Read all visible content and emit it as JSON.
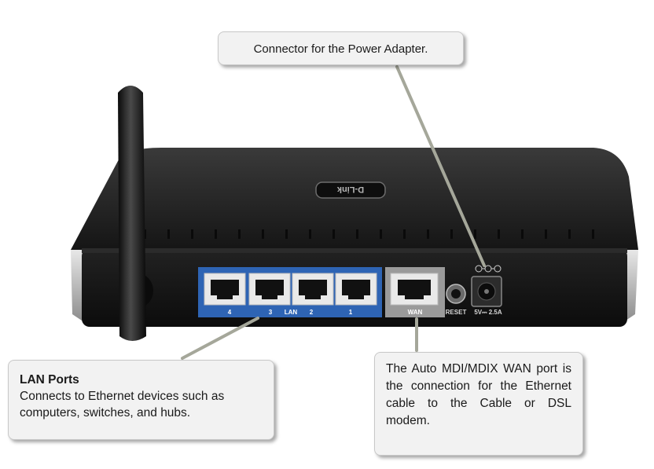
{
  "device": {
    "brand_logo": "D-Link",
    "lan_label": "LAN",
    "port_numbers": [
      "4",
      "3",
      "2",
      "1"
    ],
    "wan_label": "WAN",
    "reset_label": "RESET",
    "power_rating": "5V⎓ 2.5A"
  },
  "callouts": {
    "power": {
      "text": "Connector for the Power Adapter."
    },
    "lan": {
      "title": "LAN Ports",
      "text": "Connects to Ethernet devices such as computers, switches, and hubs."
    },
    "wan": {
      "text": "The Auto MDI/MDIX WAN port is the connection for the Ethernet cable to the Cable or DSL modem."
    }
  },
  "colors": {
    "router_body": "#1f1f1f",
    "lan_panel": "#2e64b4",
    "wan_panel": "#9a9a9a",
    "callout_bg": "#f2f2f2",
    "leader_line": "#a5a79a"
  }
}
